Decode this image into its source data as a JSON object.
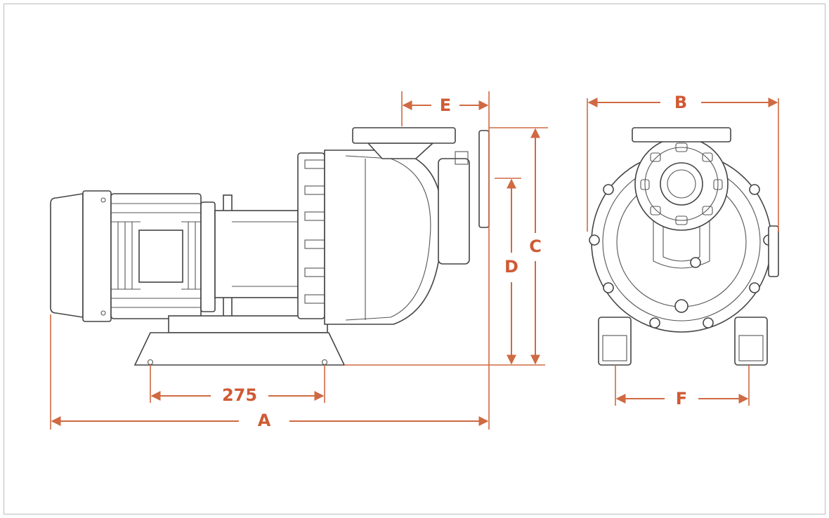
{
  "labels": {
    "A": "A",
    "B": "B",
    "C": "C",
    "D": "D",
    "E": "E",
    "F": "F",
    "base": "275"
  },
  "colors": {
    "dimension": "#cf6a43",
    "outline": "#444444",
    "frame": "#bdbdbd"
  }
}
